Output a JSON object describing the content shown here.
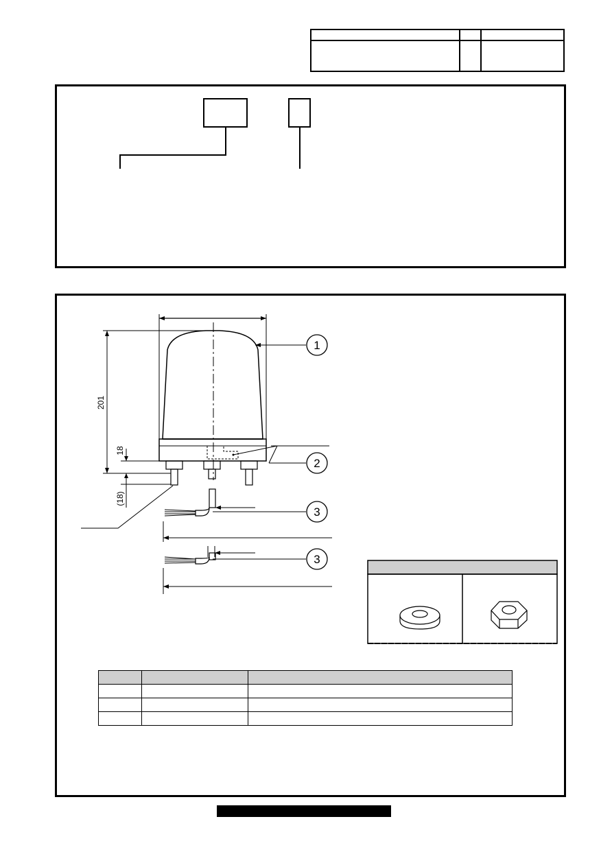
{
  "dimensions": {
    "height_total": "201",
    "base_height": "18",
    "stud_length": "(18)"
  },
  "callouts": [
    "1",
    "2",
    "3",
    "3"
  ],
  "colors": {
    "line": "#000000",
    "header_fill": "#cfcfcf",
    "background": "#ffffff"
  }
}
